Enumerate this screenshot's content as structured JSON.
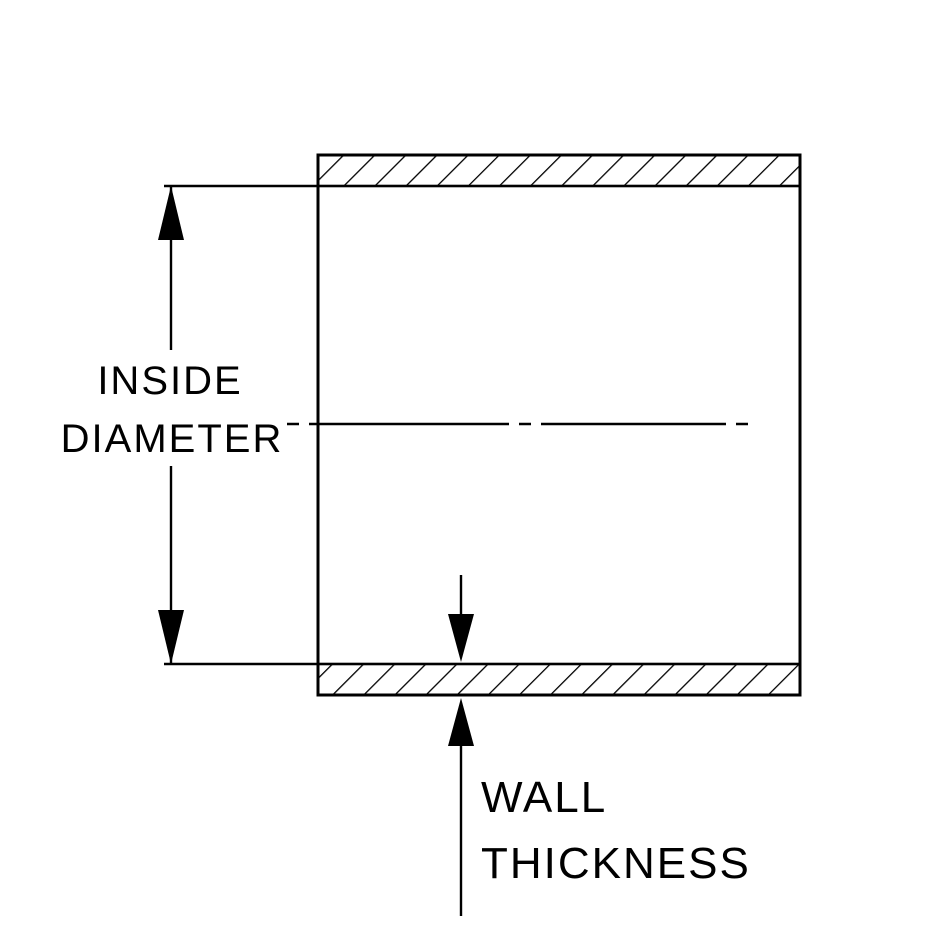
{
  "diagram": {
    "type": "technical-drawing",
    "subject": "silicone coupler tube cross-section with dimension callouts",
    "labels": {
      "inside_diameter_line1": "INSIDE",
      "inside_diameter_line2": "DIAMETER",
      "wall_thickness_line1": "WALL",
      "wall_thickness_line2": "THICKNESS"
    },
    "colors": {
      "line": "#000000",
      "background": "#ffffff"
    }
  }
}
